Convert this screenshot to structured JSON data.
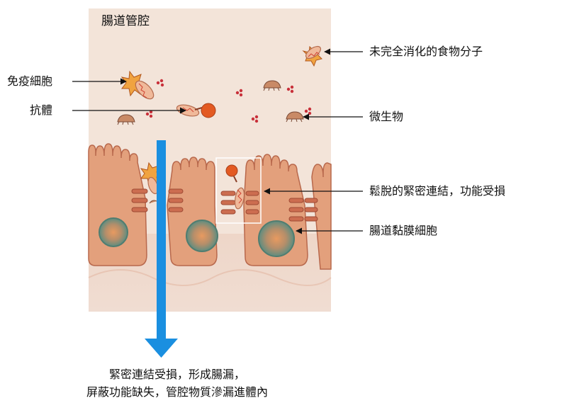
{
  "diagram": {
    "region_title": "腸道管腔",
    "labels": {
      "immune_cell": "免疫細胞",
      "antibody": "抗體",
      "undigested_food": "未完全消化的食物分子",
      "microbe": "微生物",
      "loose_junction": "鬆脫的緊密連結，功能受損",
      "mucosal_cell": "腸道黏膜細胞"
    },
    "caption": {
      "line1": "緊密連結受損，形成腸漏，",
      "line2": "屏蔽功能缺失，管腔物質滲漏進體內"
    },
    "colors": {
      "lumen_bg": "#f3e3d7",
      "cell_fill": "#e4a07a",
      "cell_stroke": "#b9674a",
      "nucleus": "#6c9687",
      "nucleus_core": "#e28a52",
      "arrow": "#1a8fe0",
      "junction": "#c96a4e",
      "antibody_ball": "#e0541c",
      "dots": "#c8303a"
    }
  }
}
